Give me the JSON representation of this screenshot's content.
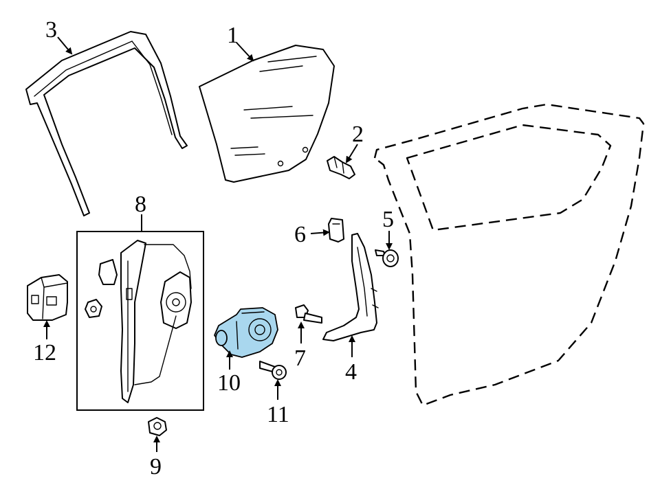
{
  "callouts": [
    {
      "id": "1",
      "label": "1"
    },
    {
      "id": "2",
      "label": "2"
    },
    {
      "id": "3",
      "label": "3"
    },
    {
      "id": "4",
      "label": "4"
    },
    {
      "id": "5",
      "label": "5"
    },
    {
      "id": "6",
      "label": "6"
    },
    {
      "id": "7",
      "label": "7"
    },
    {
      "id": "8",
      "label": "8"
    },
    {
      "id": "9",
      "label": "9"
    },
    {
      "id": "10",
      "label": "10"
    },
    {
      "id": "11",
      "label": "11"
    },
    {
      "id": "12",
      "label": "12"
    }
  ],
  "colors": {
    "highlight": "#a9d7ee",
    "line": "#000000",
    "background": "#ffffff"
  }
}
